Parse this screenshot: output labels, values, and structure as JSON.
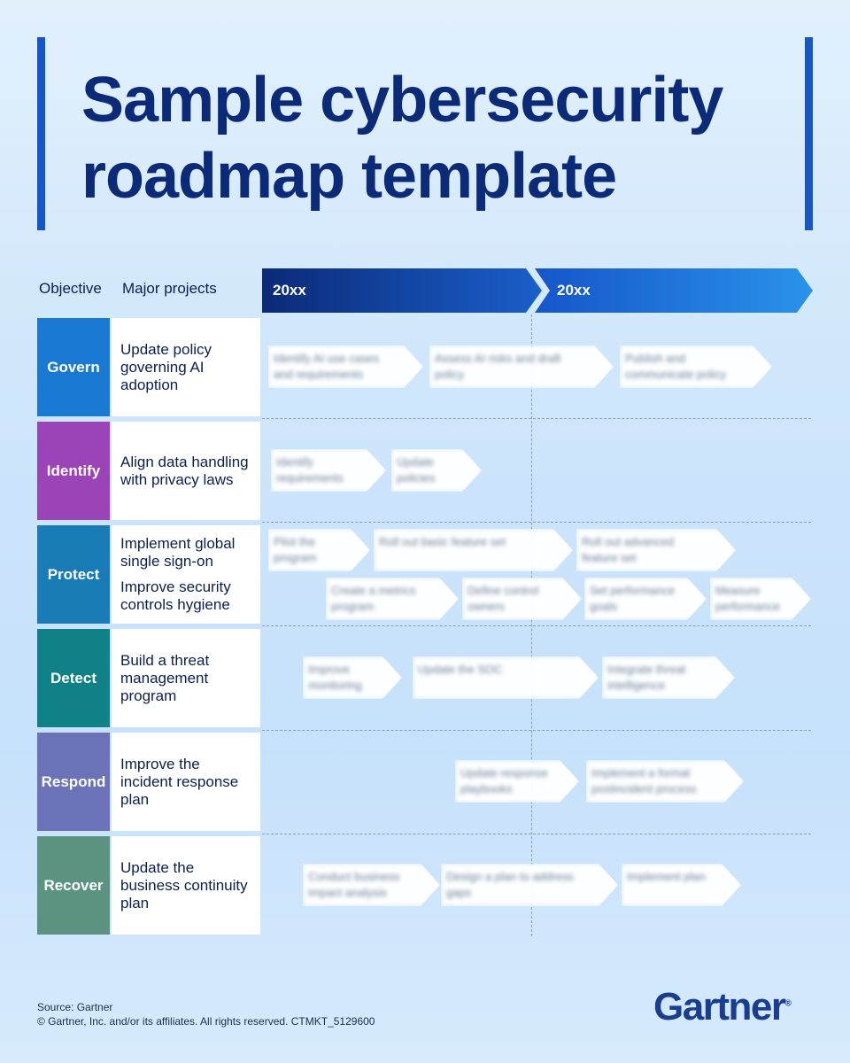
{
  "title": {
    "line1": "Sample cybersecurity",
    "line2": "roadmap template"
  },
  "headers": {
    "objective": "Objective",
    "projects": "Major projects",
    "year1": "20xx",
    "year2": "20xx"
  },
  "rows": [
    {
      "objective": "Govern",
      "color": "#1a79d3",
      "projects": [
        "Update policy governing AI adoption"
      ],
      "tasks": [
        {
          "label": "Identify AI use cases and requirements"
        },
        {
          "label": "Assess AI risks and draft policy"
        },
        {
          "label": "Publish and communicate policy"
        }
      ]
    },
    {
      "objective": "Identify",
      "color": "#9a44b7",
      "projects": [
        "Align data handling with privacy laws"
      ],
      "tasks": [
        {
          "label": "Identify requirements"
        },
        {
          "label": "Update policies"
        }
      ]
    },
    {
      "objective": "Protect",
      "color": "#1a7cb7",
      "projects": [
        "Implement global single sign-on",
        "Improve security controls hygiene"
      ],
      "tasks": [
        {
          "label": "Pilot the program"
        },
        {
          "label": "Roll out basic feature set"
        },
        {
          "label": "Roll out advanced feature set"
        },
        {
          "label": "Create a metrics program"
        },
        {
          "label": "Define control owners"
        },
        {
          "label": "Set performance goals"
        },
        {
          "label": "Measure performance"
        }
      ]
    },
    {
      "objective": "Detect",
      "color": "#0f8187",
      "projects": [
        "Build a threat management program"
      ],
      "tasks": [
        {
          "label": "Improve monitoring"
        },
        {
          "label": "Update the SOC"
        },
        {
          "label": "Integrate threat intelligence"
        }
      ]
    },
    {
      "objective": "Respond",
      "color": "#6c72b8",
      "projects": [
        "Improve the incident response plan"
      ],
      "tasks": [
        {
          "label": "Update response playbooks"
        },
        {
          "label": "Implement a formal postincident process"
        }
      ]
    },
    {
      "objective": "Recover",
      "color": "#5c9380",
      "projects": [
        "Update the business continuity plan"
      ],
      "tasks": [
        {
          "label": "Conduct business impact analysis"
        },
        {
          "label": "Design a plan to address gaps"
        },
        {
          "label": "Implement plan"
        }
      ]
    }
  ],
  "footer": {
    "source": "Source: Gartner",
    "copyright": "© Gartner, Inc. and/or its affiliates. All rights reserved. CTMKT_5129600"
  },
  "logo": {
    "text": "Gartner",
    "mark": "®"
  },
  "colors": {
    "accent": "#1656c9",
    "title": "#0b2a78",
    "year1_from": "#0b2a78",
    "year1_to": "#1a5fc9",
    "year2_from": "#1656c9",
    "year2_to": "#2a93ea"
  }
}
